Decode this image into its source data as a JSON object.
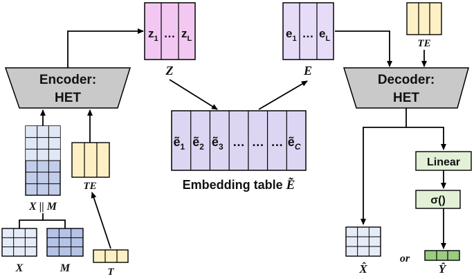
{
  "colors": {
    "trapezoid_fill": "#c9c9c9",
    "z_fill": "#f2c8f2",
    "e_fill": "#e6dcf8",
    "embed_fill": "#ddd6f3",
    "te_fill": "#fdf0c4",
    "x_fill": "#e6ecf7",
    "m_fill": "#b4c3e6",
    "xm_fill": "#c2cdea",
    "linear_fill": "#e2f0d6",
    "y_fill": "#9dcb80"
  },
  "encoder": {
    "line1": "Encoder:",
    "line2": "HET"
  },
  "decoder": {
    "line1": "Decoder:",
    "line2": "HET"
  },
  "z_vec": {
    "first": "z",
    "first_sub": "1",
    "dots": "…",
    "last": "z",
    "last_sub": "L",
    "name": "Z"
  },
  "e_vec": {
    "first": "e",
    "first_sub": "1",
    "dots": "…",
    "last": "e",
    "last_sub": "L",
    "name": "E"
  },
  "embedding": {
    "cells": [
      {
        "base": "ẽ",
        "sub": "1"
      },
      {
        "base": "ẽ",
        "sub": "2"
      },
      {
        "base": "ẽ",
        "sub": "3"
      },
      {
        "base": "…",
        "sub": ""
      },
      {
        "base": "…",
        "sub": ""
      },
      {
        "base": "…",
        "sub": ""
      },
      {
        "base": "ẽ",
        "sub": "C"
      }
    ],
    "caption": "Embedding table",
    "caption_symbol": "E͂"
  },
  "inputs": {
    "xm_label": "X || M",
    "x_label": "X",
    "m_label": "M",
    "t_label": "T",
    "te_left_label": "TE",
    "te_right_label": "TE"
  },
  "decoder_head": {
    "linear": "Linear",
    "sigma": "σ()"
  },
  "outputs": {
    "xhat_label": "X̂",
    "or_label": "or",
    "yhat_label": "Ŷ"
  }
}
